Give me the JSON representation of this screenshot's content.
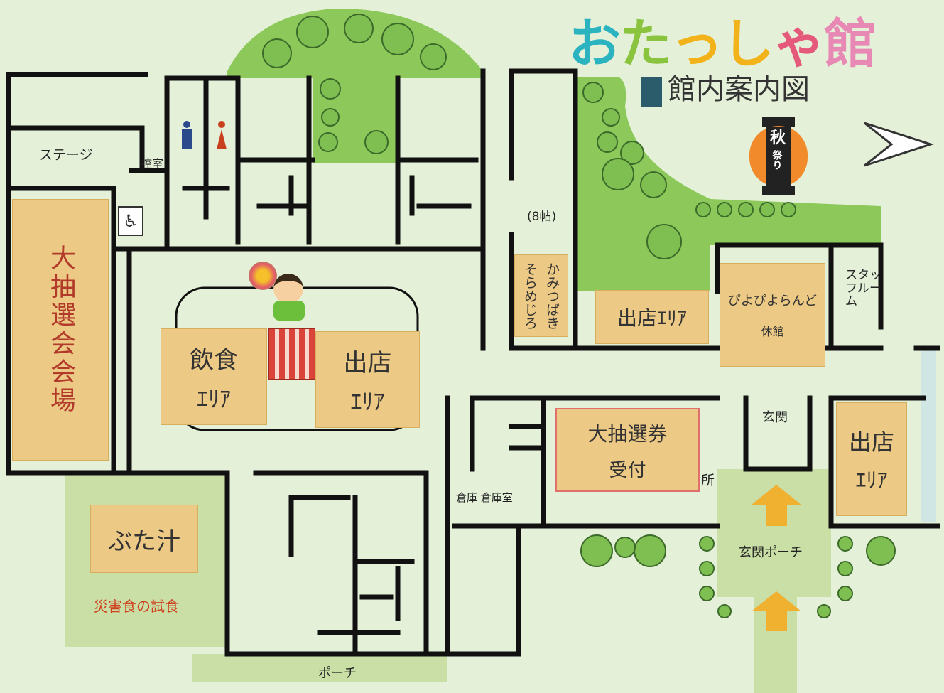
{
  "title": {
    "chars": [
      "お",
      "た",
      "っ",
      "し",
      "ゃ",
      "館"
    ],
    "colors": [
      "#2bb3c0",
      "#8ac43f",
      "#f2b21a",
      "#f2b21a",
      "#e55a7a",
      "#e888b4"
    ]
  },
  "subtitle": "館内案内図",
  "lantern": {
    "top": "秋",
    "bottom": "祭り"
  },
  "rooms": {
    "stage": "ステージ",
    "control": "控室",
    "tatami": "(8帖)",
    "staff": "スタッフルーム",
    "entrance": "玄関",
    "porch_main": "玄関ポーチ",
    "porch_bottom": "ポーチ",
    "office_partial": "所",
    "storage_partial": "倉庫 倉庫室"
  },
  "zones": {
    "lottery_hall": "大抽選会会場",
    "food_1": "飲食",
    "food_2": "ｴﾘｱ",
    "shop_a_1": "出店",
    "shop_a_2": "ｴﾘｱ",
    "shop_b": "出店ｴﾘｱ",
    "piyo_1": "ぴよぴよらんど",
    "piyo_2": "休館",
    "kami_1": "かみつばき",
    "kami_2": "そらめじろ",
    "lottery_ticket_1": "大抽選券",
    "lottery_ticket_2": "受付",
    "shop_c_1": "出店",
    "shop_c_2": "ｴﾘｱ",
    "butajiru": "ぶた汁",
    "disaster_food": "災害食の試食"
  },
  "colors": {
    "background": "#e4f1d8",
    "wall": "#111111",
    "garden": "#8cc85a",
    "zone": "#ecc985",
    "porch": "#c9dfa6",
    "arrow": "#f0b030",
    "lottery_text": "#b23a2a",
    "disaster_text": "#d0401e"
  }
}
